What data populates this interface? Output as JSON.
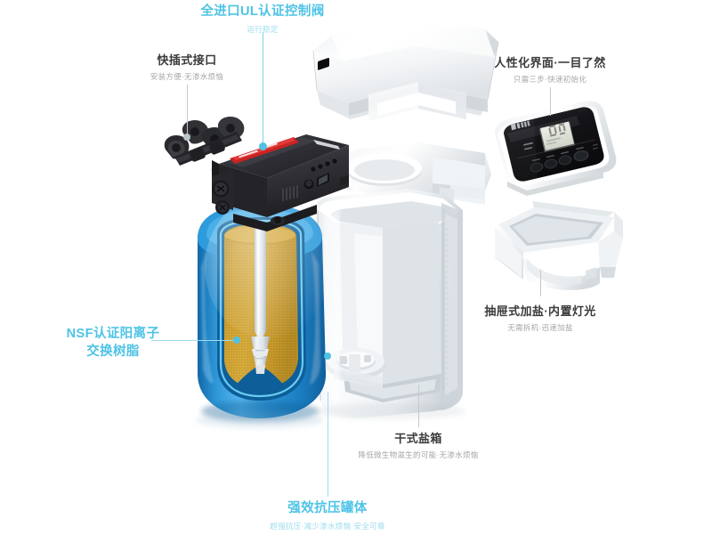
{
  "product": {
    "type": "water-softener",
    "view": "exploded-cutaway"
  },
  "palette": {
    "cyan": "#4ec3e6",
    "cyan_light": "#9ddcef",
    "leader_gray": "#c9c9c9",
    "title_dark": "#3b3b3b",
    "sub_gray": "#a6a6a6",
    "tank_blue": "#2087cc",
    "tank_blue_dark": "#0f5f9c",
    "tank_blue_light": "#63bdf0",
    "resin_gold": "#c89a28",
    "resin_gold_light": "#dcb347",
    "valve_black": "#2b2b2e",
    "valve_black_light": "#45454a",
    "cabinet_white": "#f2f4f6",
    "cabinet_shadow": "#d7dce0",
    "panel_black": "#15151a",
    "label_red": "#cc2222",
    "background": "#ffffff"
  },
  "callouts": [
    {
      "id": "control-valve",
      "title": "全进口UL认证控制阀",
      "subtitle": "运行稳定",
      "style": "cyan",
      "position": "top-center"
    },
    {
      "id": "quick-connect",
      "title": "快插式接口",
      "subtitle": "安装方便·无渗水烦恼",
      "style": "dark",
      "position": "top-left"
    },
    {
      "id": "user-interface",
      "title": "人性化界面·一目了然",
      "subtitle": "只需三步·快速初始化",
      "style": "dark",
      "position": "top-right"
    },
    {
      "id": "salt-drawer",
      "title": "抽屉式加盐·内置灯光",
      "subtitle": "无需拆机·迅速加盐",
      "style": "dark",
      "position": "right"
    },
    {
      "id": "dry-brine-tank",
      "title": "干式盐箱",
      "subtitle": "降低微生物滋生的可能·无渗水烦恼",
      "style": "dark",
      "position": "bottom-center-right"
    },
    {
      "id": "pressure-tank",
      "title": "强效抗压罐体",
      "subtitle": "超强抗压·减少渗水烦恼·安全可靠",
      "style": "cyan",
      "position": "bottom-center"
    },
    {
      "id": "nsf-resin",
      "title_line1": "NSF认证阳离子",
      "title_line2": "交换树脂",
      "subtitle": "",
      "style": "cyan",
      "position": "left"
    }
  ],
  "parts": {
    "valve_label_strip": "",
    "panel_brand": "",
    "panel_display_value": "",
    "panel_buttons": [
      "",
      "",
      "",
      ""
    ]
  }
}
